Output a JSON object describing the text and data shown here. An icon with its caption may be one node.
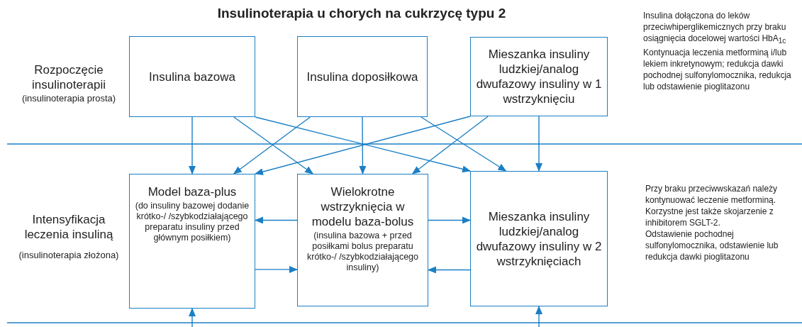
{
  "diagram": {
    "title": "Insulinoterapia u chorych na cukrzycę typu 2",
    "nodes": [
      {
        "text": [
          "Insulina bazowa"
        ]
      },
      {
        "text": [
          "Insulina doposiłkowa"
        ]
      },
      {
        "text": [
          "Mieszanka insuliny ludzkiej/analog dwufazowy insuliny w 1 wstrzyknięciu"
        ]
      },
      {
        "text": [
          "Model baza-plus",
          "(do insuliny bazowej dodanie krótko-/ /szybkodziałającego preparatu insuliny przed głównym posiłkiem)"
        ]
      },
      {
        "text": [
          "Wielokrotne wstrzyknięcia w modelu baza-bolus",
          "(insulina bazowa + przed posiłkami bolus preparatu krótko-/ /szybkodziałającego insuliny)"
        ]
      },
      {
        "text": [
          "Mieszanka insuliny ludzkiej/analog dwufazowy insuliny w 2 wstrzyknięciach"
        ]
      }
    ],
    "edges": [
      {
        "from": 0,
        "to": 3,
        "arrow": "to"
      },
      {
        "from": 0,
        "to": 4,
        "arrow": "to"
      },
      {
        "from": 0,
        "to": 5,
        "arrow": "to"
      },
      {
        "from": 1,
        "to": 3,
        "arrow": "to"
      },
      {
        "from": 1,
        "to": 4,
        "arrow": "to"
      },
      {
        "from": 1,
        "to": 5,
        "arrow": "to"
      },
      {
        "from": 2,
        "to": 3,
        "arrow": "to"
      },
      {
        "from": 2,
        "to": 4,
        "arrow": "to"
      },
      {
        "from": 2,
        "to": 5,
        "arrow": "to"
      },
      {
        "from": 4,
        "to": 3,
        "arrow": "to"
      },
      {
        "from": 3,
        "to": 4,
        "arrow": "to"
      },
      {
        "from": 4,
        "to": 5,
        "arrow": "to"
      },
      {
        "from": 5,
        "to": 4,
        "arrow": "to"
      },
      {
        "from": null,
        "to": 3,
        "arrow": "to"
      },
      {
        "from": null,
        "to": 5,
        "arrow": "to"
      }
    ],
    "labels": [
      "Rozpoczęcie insulinoterapii",
      "(insulinoterapia prosta)",
      "Intensyfikacja leczenia insuliną",
      "(insulinoterapia złożona)",
      "Insulina dołączona do leków przeciwhiperglikemicznych przy braku osiągnięcia docelowej wartości HbA$_{1c}$",
      "Kontynuacja leczenia metforminą i/lub lekiem inkretynowym; redukcja dawki pochodnej sulfonylomocznika, redukcja lub odstawienie pioglitazonu",
      "Przy braku przeciwwskazań należy kontynuować leczenie metforminą.",
      "Korzystne jest także skojarzenie z inhibitorem SGLT-2.",
      "Odstawienie pochodnej sulfonylomocznika, odstawienie lub redukcja dawki pioglitazonu"
    ]
  }
}
